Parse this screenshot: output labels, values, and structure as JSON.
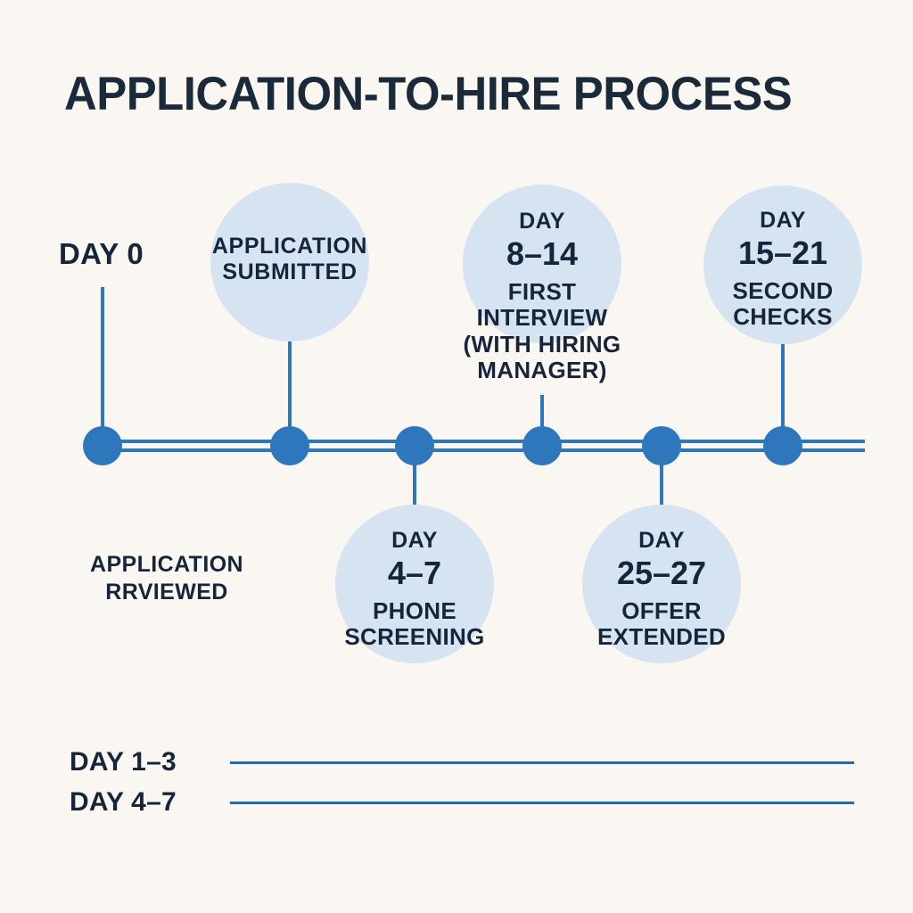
{
  "title": "APPLICATION-TO-HIRE PROCESS",
  "colors": {
    "background": "#faf7f2",
    "title_text": "#1b2a3a",
    "timeline_blue": "#2e77bd",
    "bubble_fill": "#d6e4f2",
    "label_text": "#17253a",
    "legend_rule": "#1f6bb0"
  },
  "timeline": {
    "axis_label_left": "DAY 0",
    "axis_note_left": "APPLICATION RRVIEWED",
    "nodes": [
      {
        "index": 1,
        "position": "above",
        "day_word": "",
        "day_num": "",
        "event": "APPLICATION SUBMITTED",
        "has_day_heading": false
      },
      {
        "index": 2,
        "position": "below",
        "day_word": "DAY",
        "day_num": "4–7",
        "event": "PHONE SCREENING",
        "has_day_heading": true
      },
      {
        "index": 3,
        "position": "above",
        "day_word": "DAY",
        "day_num": "8–14",
        "event": "FIRST INTERVIEW (WITH HIRING MANAGER)",
        "has_day_heading": true
      },
      {
        "index": 4,
        "position": "below",
        "day_word": "DAY",
        "day_num": "25–27",
        "event": "OFFER EXTENDED",
        "has_day_heading": true
      },
      {
        "index": 5,
        "position": "above",
        "day_word": "DAY",
        "day_num": "15–21",
        "event": "SECOND CHECKS",
        "has_day_heading": true
      }
    ]
  },
  "legend": {
    "rows": [
      {
        "label": "DAY 1–3"
      },
      {
        "label": "DAY 4–7"
      }
    ]
  }
}
